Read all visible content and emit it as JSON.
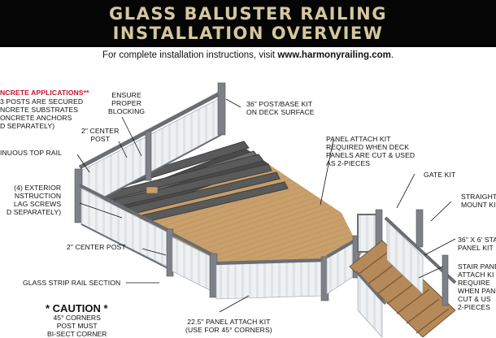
{
  "header": {
    "title_line1": "GLASS BALUSTER RAILING",
    "title_line2": "INSTALLATION OVERVIEW",
    "subtitle_prefix": "For complete installation instructions, visit ",
    "subtitle_link": "www.harmonyrailing.com",
    "subtitle_suffix": "."
  },
  "labels": {
    "concrete": [
      "NCRETE APPLICATIONS**",
      "3 POSTS ARE SECURED",
      "NCRETE SUBSTRATES",
      "ONCRETE ANCHORS",
      "D SEPARATELY)"
    ],
    "ensure_blocking": [
      "ENSURE",
      "PROPER",
      "BLOCKING"
    ],
    "post_base_kit": [
      "36\" POST/BASE KIT",
      "ON DECK SURFACE"
    ],
    "center_post_top": [
      "2\" CENTER",
      "POST"
    ],
    "top_rail": "INUOUS TOP RAIL",
    "panel_attach": [
      "PANEL ATTACH KIT",
      "REQUIRED WHEN DECK",
      "PANELS ARE CUT & USED",
      "AS 2-PIECES"
    ],
    "gate_kit": "GATE KIT",
    "lag_screws": [
      "(4) EXTERIOR",
      "NSTRUCTION",
      "LAG SCREWS",
      "D SEPARATELY)"
    ],
    "straight_mount": [
      "STRAIGHT",
      "MOUNT KI"
    ],
    "stair_kit": "36\" X 6' STA",
    "stair_kit_2": "PANEL KIT",
    "center_post_bottom": "2\" CENTER POST",
    "glass_strip": "GLASS STRIP RAIL SECTION",
    "stair_panel": [
      "STAIR PANE",
      "ATTACH KI",
      "REQUIRE",
      "WHEN PAN",
      "CUT & US",
      "2-PIECES"
    ],
    "panel_attach_225": [
      "22.5\" PANEL ATTACH KIT",
      "(USE FOR 45° CORNERS)"
    ]
  },
  "caution": {
    "title": "* CAUTION *",
    "text": [
      "45° CORNERS",
      "POST MUST",
      "BI-SECT CORNER"
    ]
  },
  "colors": {
    "header_bg": "#050505",
    "title_gold": "#d5c79e",
    "deck_wood": "#c9a06b",
    "frame": "#4a4a4a",
    "post_gray": "#7d8087",
    "concrete_red": "#c8102e"
  }
}
